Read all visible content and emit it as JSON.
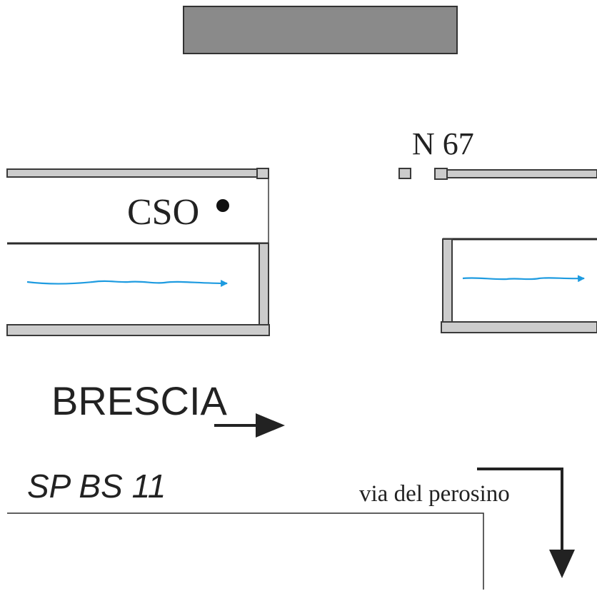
{
  "labels": {
    "cso": "CSO",
    "manhole": "N 67",
    "city": "BRESCIA",
    "road": "SP BS 11",
    "street": "via del perosino"
  },
  "colors": {
    "wall_fill": "#cccccc",
    "wall_stroke": "#3a3a3a",
    "building_fill": "#8a8a8a",
    "flow_arrow": "#1e9be0",
    "line": "#2b2b2b"
  },
  "icons": {
    "flow": "wavy-arrow-right-icon",
    "direction": "arrow-right-icon",
    "turn": "arrow-turn-down-icon",
    "outfall": "dot-icon"
  }
}
